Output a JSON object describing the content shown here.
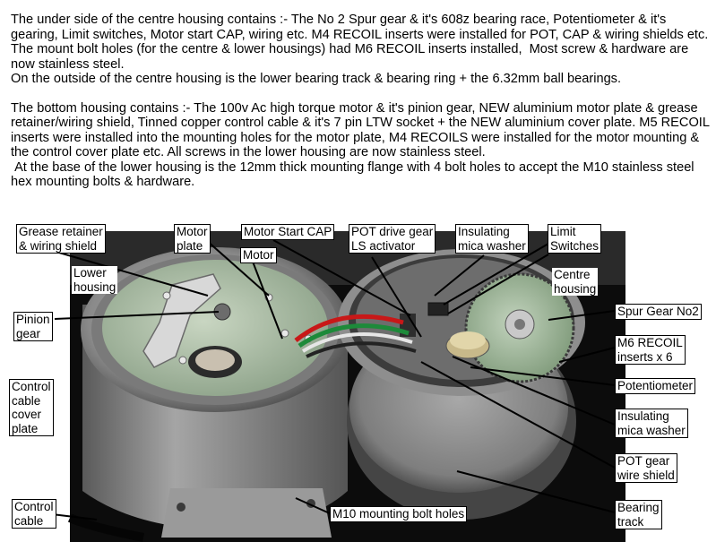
{
  "description": {
    "paragraphs": [
      "The under side of the centre housing contains :- The No 2 Spur gear & it's 608z bearing race, Potentiometer & it's gearing, Limit switches, Motor start CAP, wiring etc. M4 RECOIL inserts were installed for POT, CAP & wiring shields etc.",
      "The mount bolt holes (for the centre & lower housings) had M6 RECOIL inserts installed,  Most screw & hardware are now stainless steel.",
      "On the outside of the centre housing is the lower bearing track & bearing ring + the 6.32mm ball bearings.",
      "The bottom housing contains :- The 100v Ac high torque motor & it's pinion gear, NEW aluminium motor plate & grease retainer/wiring shield, Tinned copper control cable & it's 7 pin LTW socket + the NEW aluminium cover plate. M5 RECOIL inserts were installed into the mounting holes for the motor plate, M4 RECOILS were installed for the motor mounting & the control cover plate etc. All screws in the lower housing are now stainless steel.",
      " At the base of the lower housing is the 12mm thick mounting flange with 4 bolt holes to accept the M10 stainless steel hex mounting bolts & hardware."
    ]
  },
  "labels": {
    "grease_retainer": "Grease retainer\n& wiring shield",
    "motor_plate": "Motor\nplate",
    "motor_start_cap": "Motor Start CAP",
    "pot_drive_gear": "POT drive gear\nLS activator",
    "insulating_mica_washer_top": "Insulating\nmica washer",
    "limit_switches": "Limit\nSwitches",
    "motor": "Motor",
    "lower_housing": "Lower\nhousing",
    "centre_housing": "Centre\nhousing",
    "pinion_gear": "Pinion\ngear",
    "spur_gear_no2": "Spur Gear No2",
    "m6_recoil_inserts": "M6 RECOIL\ninserts x 6",
    "control_cable_cover_plate": "Control\ncable\ncover\nplate",
    "potentiometer": "Potentiometer",
    "insulating_mica_washer_right": "Insulating\nmica washer",
    "pot_gear_wire_shield": "POT gear\nwire shield",
    "control_cable": "Control\ncable",
    "m10_mounting_bolt_holes": "M10 mounting bolt holes",
    "bearing_track": "Bearing\ntrack"
  },
  "colors": {
    "photo_background": "#0c0c0c",
    "housing_grey": "#8e8e8e",
    "plate_green": "#aebfa8",
    "wire_red": "#c81818",
    "wire_green": "#1d8a3a",
    "gear_green": "#9bb696"
  }
}
